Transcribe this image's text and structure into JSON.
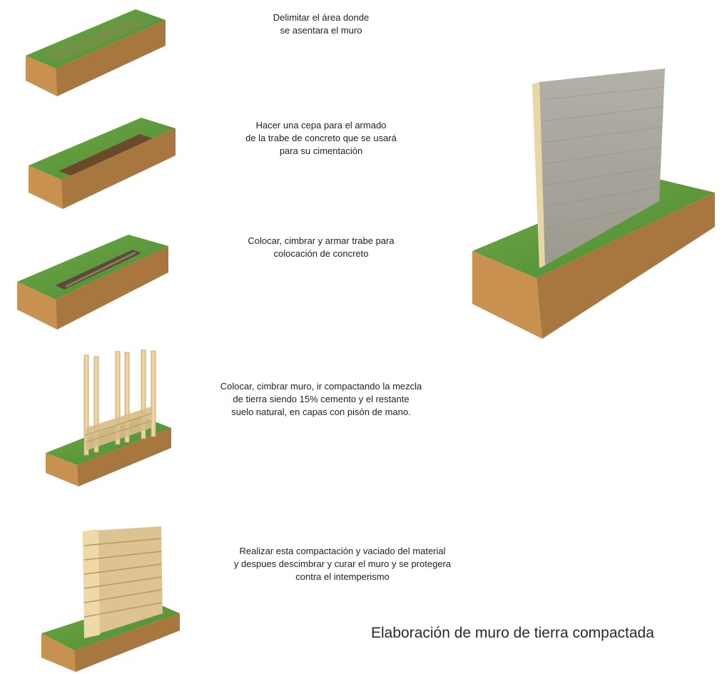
{
  "steps": [
    {
      "lines": [
        "Delimitar el área donde",
        "se asentara el muro"
      ]
    },
    {
      "lines": [
        "Hacer una cepa para el armado",
        "de la trabe de concreto que se usará",
        "para su cimentación"
      ]
    },
    {
      "lines": [
        "Colocar, cimbrar y armar trabe para",
        "colocación de concreto"
      ]
    },
    {
      "lines": [
        "Colocar, cimbrar muro, ir compactando la mezcla",
        "de tierra siendo 15% cemento y el restante",
        "suelo natural, en capas con pisón de mano."
      ]
    },
    {
      "lines": [
        "Realizar esta compactación y vaciado del material",
        "y despues descimbrar  y curar el muro  y se protegera",
        "contra el intemperismo"
      ]
    }
  ],
  "title": "Elaboración de muro de tierra compactada",
  "colors": {
    "grass": "#5a9a3a",
    "soil": "#b8864a",
    "wood": "#e8cf9a",
    "wall": "#a8a59c"
  }
}
